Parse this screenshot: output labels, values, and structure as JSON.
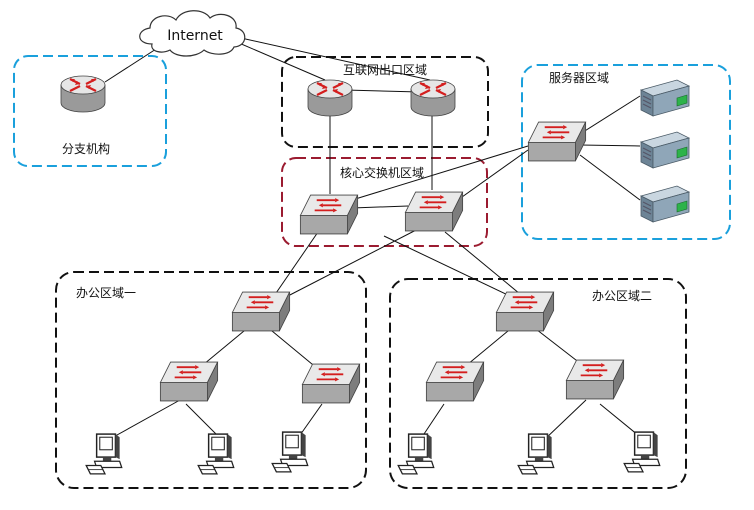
{
  "internet_cloud": {
    "label": "Internet"
  },
  "regions": {
    "branch": {
      "label": "分支机构",
      "border_color": "#1aa0dc"
    },
    "internet_exit": {
      "label": "互联网出口区域",
      "border_color": "#000000"
    },
    "core": {
      "label": "核心交换机区域",
      "border_color": "#9b1b30"
    },
    "server": {
      "label": "服务器区域",
      "border_color": "#1aa0dc"
    },
    "office1": {
      "label": "办公区域一",
      "border_color": "#000000"
    },
    "office2": {
      "label": "办公区域二",
      "border_color": "#000000"
    }
  },
  "icons": {
    "router": "router-icon",
    "switch": "switch-icon",
    "server": "server-icon",
    "pc": "workstation-icon",
    "cloud": "cloud-icon"
  },
  "colors": {
    "device_red": "#d41e1e",
    "server_body": "#8fa6b8",
    "server_led": "#2db34a"
  }
}
